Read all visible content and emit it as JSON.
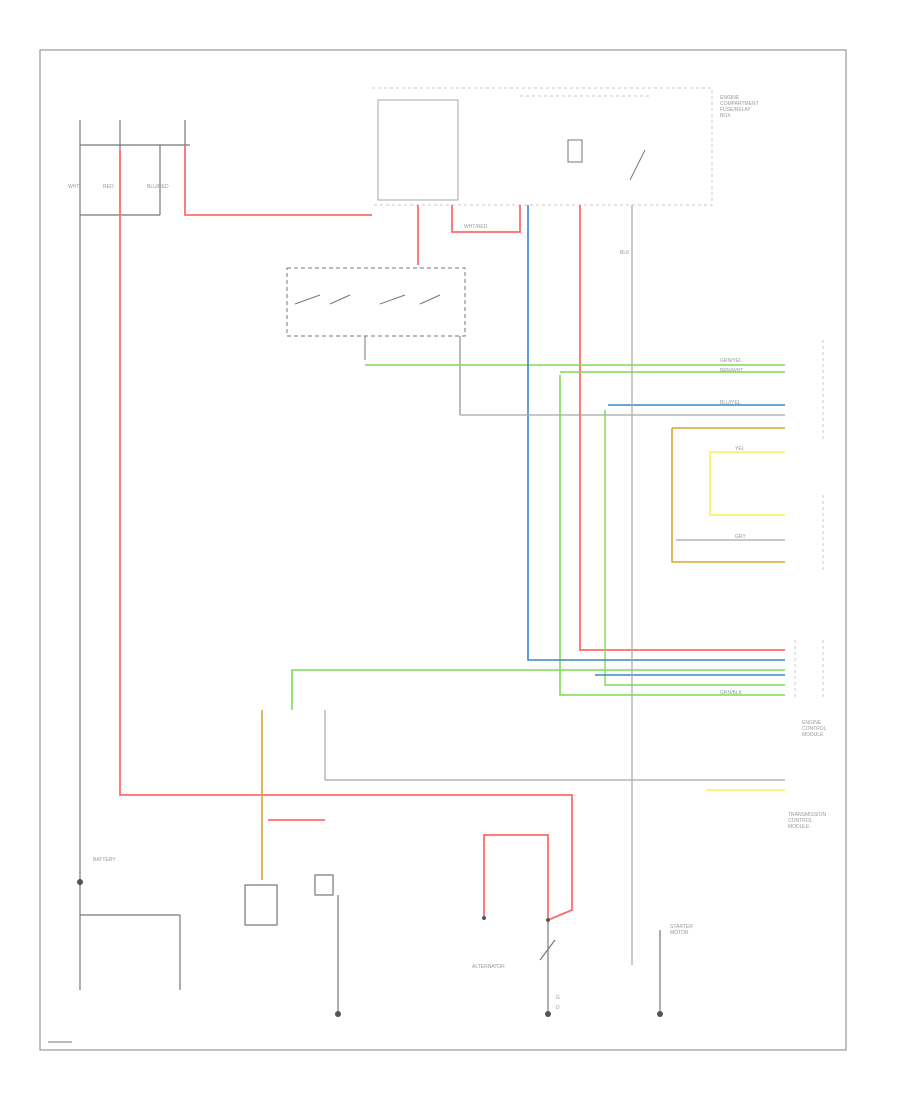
{
  "diagram": {
    "wire_colors": {
      "red": "#ff6b6b",
      "blue": "#3a86c8",
      "green": "#7ddb55",
      "yellow": "#f2f255",
      "tan": "#d9a336",
      "gray": "#a8a8a8",
      "dark": "#555555",
      "frame": "#999999"
    },
    "labels": {
      "battery": "BATTERY",
      "alternator": "ALTERNATOR",
      "starter_motor": "STARTER\nMOTOR",
      "ecm": "ENGINE\nCONTROL\nMODULE",
      "tcm": "TRANSMISSION\nCONTROL\nMODULE",
      "fuse_box": "ENGINE\nCOMPARTMENT\nFUSE/RELAY\nBOX",
      "g": "G",
      "d": "D"
    },
    "wire_tags": [
      "RED",
      "BLU/RED",
      "WHT",
      "BLK",
      "WHT/RED",
      "GRN/YEL",
      "BRN/WHT",
      "YEL",
      "GRY",
      "BLU/YEL",
      "GRN/BLK"
    ]
  }
}
